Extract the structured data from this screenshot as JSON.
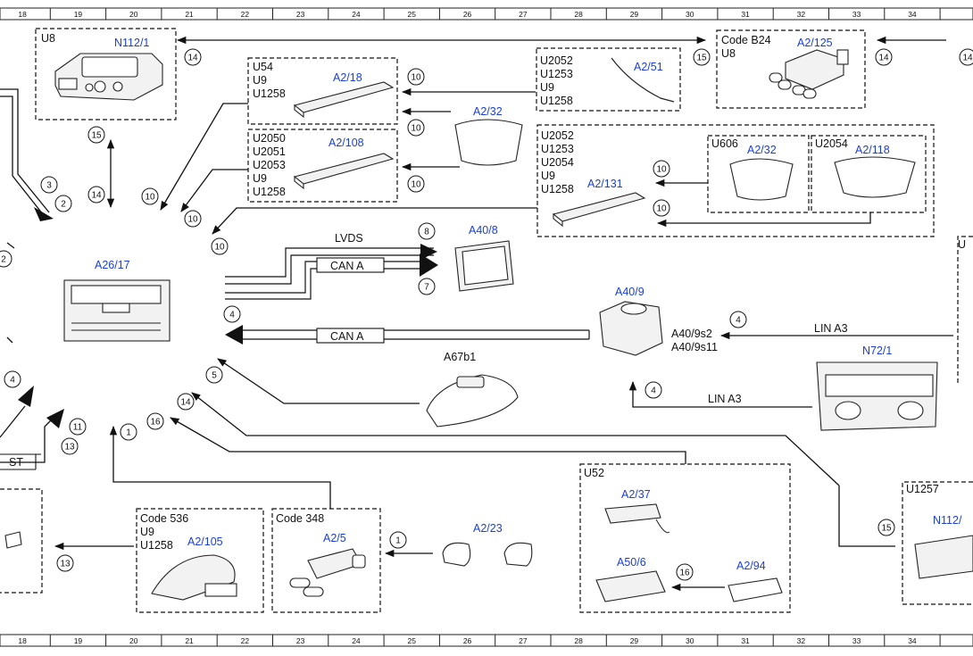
{
  "ruler": [
    "18",
    "19",
    "20",
    "21",
    "22",
    "23",
    "24",
    "25",
    "26",
    "27",
    "28",
    "29",
    "30",
    "31",
    "32",
    "33",
    "34"
  ],
  "components": {
    "N112_1": "N112/1",
    "A2_125": "A2/125",
    "A2_18": "A2/18",
    "A2_51": "A2/51",
    "A2_32a": "A2/32",
    "A2_108": "A2/108",
    "A2_131": "A2/131",
    "A2_32b": "A2/32",
    "A2_118": "A2/118",
    "A40_8": "A40/8",
    "A26_17": "A26/17",
    "A40_9": "A40/9",
    "N72_1": "N72/1",
    "A67b1": "A67b1",
    "A2_37": "A2/37",
    "A50_6": "A50/6",
    "A2_94": "A2/94",
    "A2_105": "A2/105",
    "A2_5": "A2/5",
    "A2_23": "A2/23",
    "N112_partial": "N112/"
  },
  "codes": {
    "u8_top": "U8",
    "code_b24": "Code B24",
    "u8_b24": "U8",
    "box18": [
      "U54",
      "U9",
      "U1258"
    ],
    "box51": [
      "U2052",
      "U1253",
      "U9",
      "U1258"
    ],
    "box108": [
      "U2050",
      "U2051",
      "U2053",
      "U9",
      "U1258"
    ],
    "box131": [
      "U2052",
      "U1253",
      "U2054",
      "U9",
      "U1258"
    ],
    "u606": "U606",
    "u2054": "U2054",
    "u52": "U52",
    "code536": [
      "Code 536",
      "U9",
      "U1258"
    ],
    "code348": "Code 348",
    "u1257": "U1257",
    "a40_9s2": "A40/9s2",
    "a40_9s11": "A40/9s11",
    "u_right_partial": "U",
    "st_partial": "ST"
  },
  "signals": {
    "lvds": "LVDS",
    "can_a_top": "CAN A",
    "can_a_mid": "CAN A",
    "lin_a3_top": "LIN A3",
    "lin_a3_bot": "LIN A3"
  },
  "markers": {
    "m14a": "14",
    "m15a": "15",
    "m14b": "14",
    "m10a": "10",
    "m10b": "10",
    "m10c": "10",
    "m10d": "10",
    "m10e": "10",
    "m15b": "15",
    "m14c": "14",
    "m3": "3",
    "m2": "2",
    "m10f": "10",
    "m10g": "10",
    "m10h": "10",
    "m8": "8",
    "m7": "7",
    "m4a": "4",
    "m4b": "4",
    "m4c": "4",
    "m5": "5",
    "m14d": "14",
    "m16a": "16",
    "m1a": "1",
    "m11": "11",
    "m13a": "13",
    "m4left": "4",
    "m2left": "2",
    "m13b": "13",
    "m1b": "1",
    "m16b": "16",
    "m15c": "15",
    "m14e": "14"
  }
}
